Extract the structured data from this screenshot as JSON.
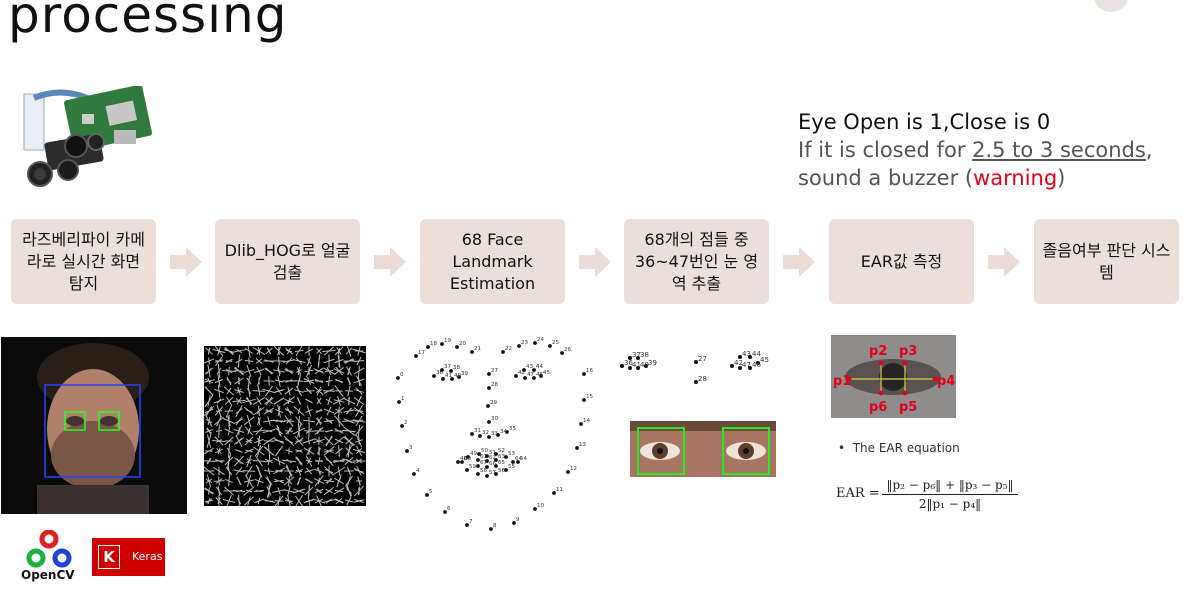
{
  "slide": {
    "title": "processing"
  },
  "notes": {
    "line1": "Eye Open is 1,Close is 0",
    "line2_prefix": "If it is closed for ",
    "line2_emph": "2.5 to 3 seconds",
    "line2_suffix": ",",
    "line3_prefix": "sound a buzzer (",
    "line3_warning": "warning",
    "line3_suffix": ")"
  },
  "steps": [
    {
      "label": "라즈베리파이 카메라로 실시간 화면 탐지"
    },
    {
      "label": "Dlib_HOG로 얼굴 검출"
    },
    {
      "label": "68 Face Landmark Estimation"
    },
    {
      "label": "68개의 점들 중 36~47번인 눈 영역 추출"
    },
    {
      "label": "EAR값 측정"
    },
    {
      "label": "졸음여부 판단 시스템"
    }
  ],
  "logos": {
    "opencv": "OpenCV",
    "keras_letter": "K",
    "keras": "Keras"
  },
  "ear": {
    "points": [
      "p1",
      "p2",
      "p3",
      "p4",
      "p5",
      "p6"
    ],
    "bullet": "The EAR equation",
    "lhs": "EAR =",
    "numerator": "‖p₂ − p₆‖ + ‖p₃ − p₅‖",
    "denominator": "2‖p₁ − p₄‖"
  },
  "landmarks": {
    "labels": [
      "0",
      "1",
      "2",
      "3",
      "4",
      "5",
      "6",
      "7",
      "8",
      "9",
      "10",
      "11",
      "12",
      "13",
      "14",
      "15",
      "16",
      "17",
      "18",
      "19",
      "20",
      "21",
      "22",
      "23",
      "24",
      "25",
      "26",
      "27",
      "28",
      "29",
      "30",
      "31",
      "32",
      "33",
      "34",
      "35",
      "36",
      "37",
      "38",
      "39",
      "40",
      "41",
      "42",
      "43",
      "44",
      "45",
      "46",
      "47",
      "48",
      "49",
      "50",
      "51",
      "52",
      "53",
      "54",
      "55",
      "56",
      "57",
      "58",
      "59",
      "60",
      "61",
      "62",
      "63",
      "64",
      "65",
      "66",
      "67"
    ],
    "eye_labels": [
      "36",
      "37",
      "38",
      "39",
      "40",
      "41",
      "27",
      "28",
      "42",
      "43",
      "44",
      "45",
      "46",
      "47"
    ]
  },
  "colors": {
    "step_bg": "#ebdfdc",
    "arrow": "#ecdcd8",
    "warning": "#e2001a",
    "ear_point": "#e2001a",
    "keras": "#d00000"
  }
}
